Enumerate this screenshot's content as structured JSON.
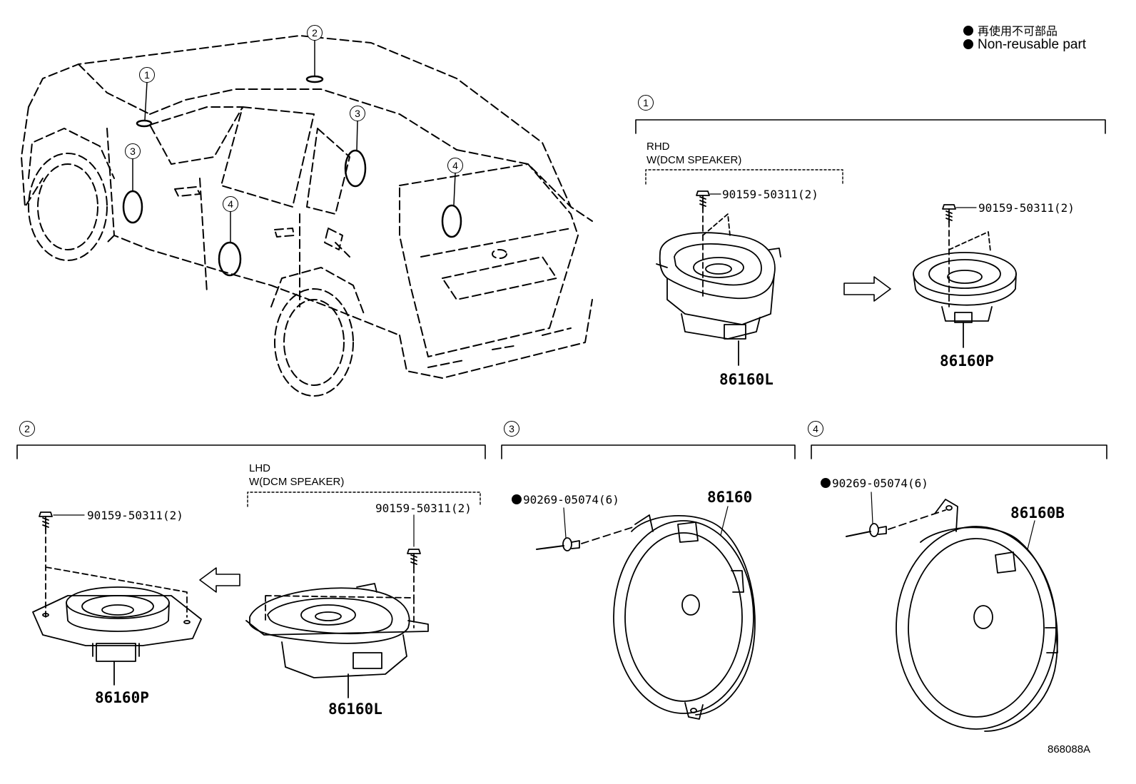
{
  "legend": {
    "japanese": "再使用不可部品",
    "english": "Non-reusable part"
  },
  "figure_ref": "868088A",
  "callouts": [
    "1",
    "2",
    "3",
    "4"
  ],
  "sections": {
    "s1": {
      "number": "1",
      "condition": "RHD",
      "option": "W(DCM SPEAKER)",
      "bolt_left": "90159-50311(2)",
      "bolt_right": "90159-50311(2)",
      "part_left": "86160L",
      "part_right": "86160P"
    },
    "s2": {
      "number": "2",
      "condition": "LHD",
      "option": "W(DCM SPEAKER)",
      "bolt_left": "90159-50311(2)",
      "bolt_right": "90159-50311(2)",
      "part_left": "86160P",
      "part_right": "86160L"
    },
    "s3": {
      "number": "3",
      "rivet": "90269-05074(6)",
      "part": "86160"
    },
    "s4": {
      "number": "4",
      "rivet": "90269-05074(6)",
      "part": "86160B"
    }
  },
  "colors": {
    "line": "#000000",
    "background": "#ffffff"
  }
}
